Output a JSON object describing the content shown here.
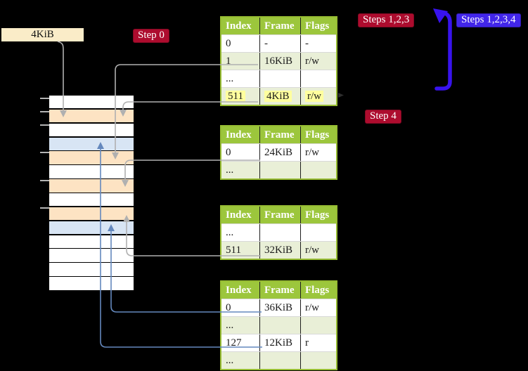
{
  "colors": {
    "background": "#000000",
    "table_header_bg": "#9cc63c",
    "table_row_alt_bg": "#e9efd7",
    "table_border": "#97bd33",
    "highlight_yellow": "#ffff9e",
    "frame_label_bg": "#faecc8",
    "badge_red_bg": "#ad0c2e",
    "badge_blue_bg": "#4226ea",
    "strip_white": "#ffffff",
    "strip_orange": "#fde3c3",
    "strip_blue": "#d8e5f4",
    "connector_gray": "#b0b0b0",
    "connector_blue": "#6488bd",
    "loop_arrow_blue": "#3813ee",
    "tick_gray": "#b3b3b3"
  },
  "frame_label": "4KiB",
  "badges": {
    "step0": "Step 0",
    "steps123": "Steps 1,2,3",
    "steps1234": "Steps 1,2,3,4",
    "step4": "Step 4"
  },
  "tables": [
    {
      "columns": [
        "Index",
        "Frame",
        "Flags"
      ],
      "rows": [
        {
          "cells": [
            "0",
            "-",
            "-"
          ],
          "highlight": false
        },
        {
          "cells": [
            "1",
            "16KiB",
            "r/w"
          ],
          "highlight": false
        },
        {
          "cells": [
            "...",
            "",
            ""
          ],
          "highlight": false
        },
        {
          "cells": [
            "511",
            "4KiB",
            "r/w"
          ],
          "highlight": true
        }
      ]
    },
    {
      "columns": [
        "Index",
        "Frame",
        "Flags"
      ],
      "rows": [
        {
          "cells": [
            "0",
            "24KiB",
            "r/w"
          ],
          "highlight": false
        },
        {
          "cells": [
            "...",
            "",
            ""
          ],
          "highlight": false
        }
      ]
    },
    {
      "columns": [
        "Index",
        "Frame",
        "Flags"
      ],
      "rows": [
        {
          "cells": [
            "...",
            "",
            ""
          ],
          "highlight": false
        },
        {
          "cells": [
            "511",
            "32KiB",
            "r/w"
          ],
          "highlight": false
        }
      ]
    },
    {
      "columns": [
        "Index",
        "Frame",
        "Flags"
      ],
      "rows": [
        {
          "cells": [
            "0",
            "36KiB",
            "r/w"
          ],
          "highlight": false
        },
        {
          "cells": [
            "...",
            "",
            ""
          ],
          "highlight": false
        },
        {
          "cells": [
            "127",
            "12KiB",
            "r"
          ],
          "highlight": false
        },
        {
          "cells": [
            "...",
            "",
            ""
          ],
          "highlight": false
        }
      ]
    }
  ],
  "memory_strip": {
    "rows": [
      "white",
      "orange",
      "white",
      "blue",
      "orange",
      "white",
      "orange",
      "white",
      "orange",
      "blue",
      "white",
      "white",
      "white",
      "white"
    ],
    "tick_ys": [
      139,
      158,
      177,
      216,
      256,
      295
    ]
  }
}
